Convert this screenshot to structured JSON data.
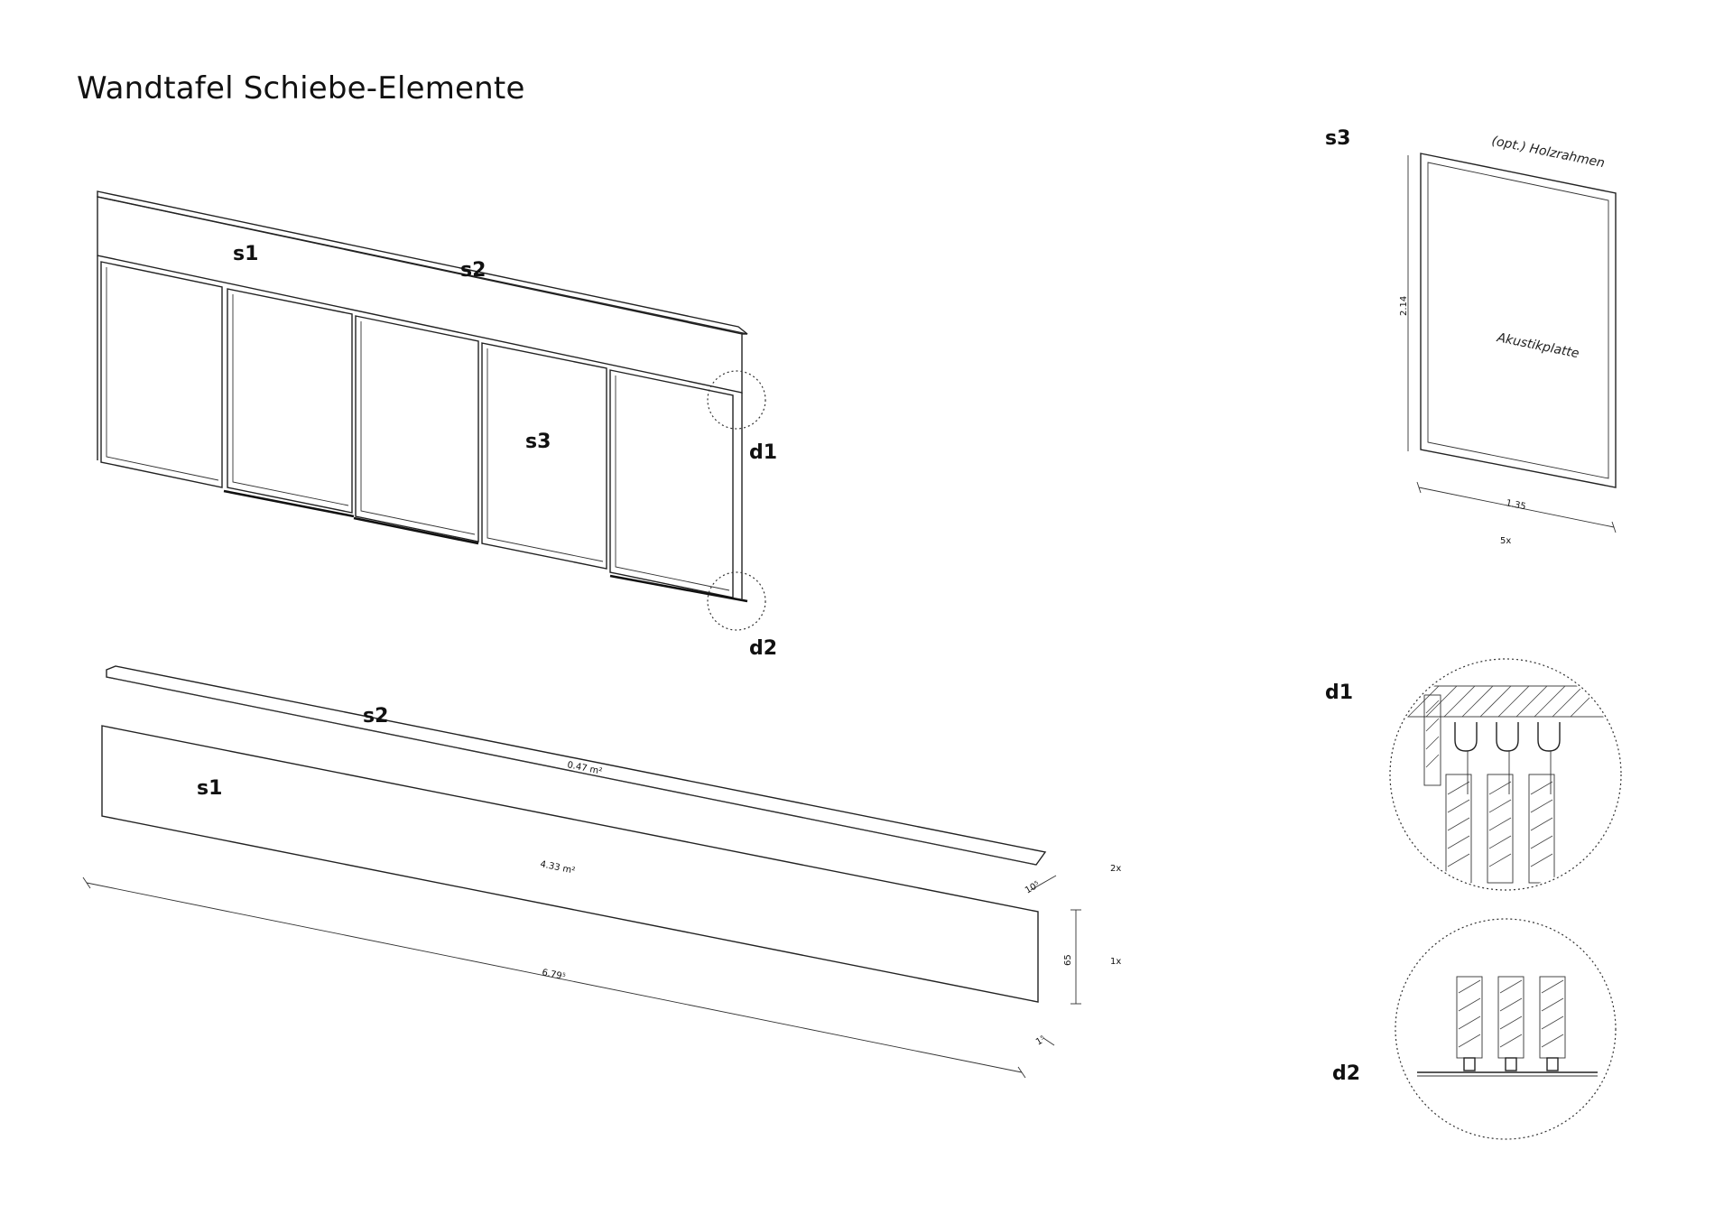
{
  "title": "Wandtafel Schiebe-Elemente",
  "labels": {
    "iso_s1": "s1",
    "iso_s2": "s2",
    "iso_s3": "s3",
    "iso_d1": "d1",
    "iso_d2": "d2",
    "exp_s2": "s2",
    "exp_s1": "s1",
    "side_s3": "s3",
    "side_d1": "d1",
    "side_d2": "d2"
  },
  "dimensions": {
    "s2_area": "0.47 m²",
    "s1_area": "4.33 m²",
    "s1_length": "6.79⁵",
    "s1_height": "65",
    "s1_thickness": "1⁵",
    "s2_depth": "10⁵",
    "s2_count": "2x",
    "s1_count": "1x",
    "s3_height": "2.14",
    "s3_width": "1.35",
    "s3_count": "5x"
  },
  "notes": {
    "frame": "(opt.) Holzrahmen",
    "panel": "Akustikplatte"
  }
}
